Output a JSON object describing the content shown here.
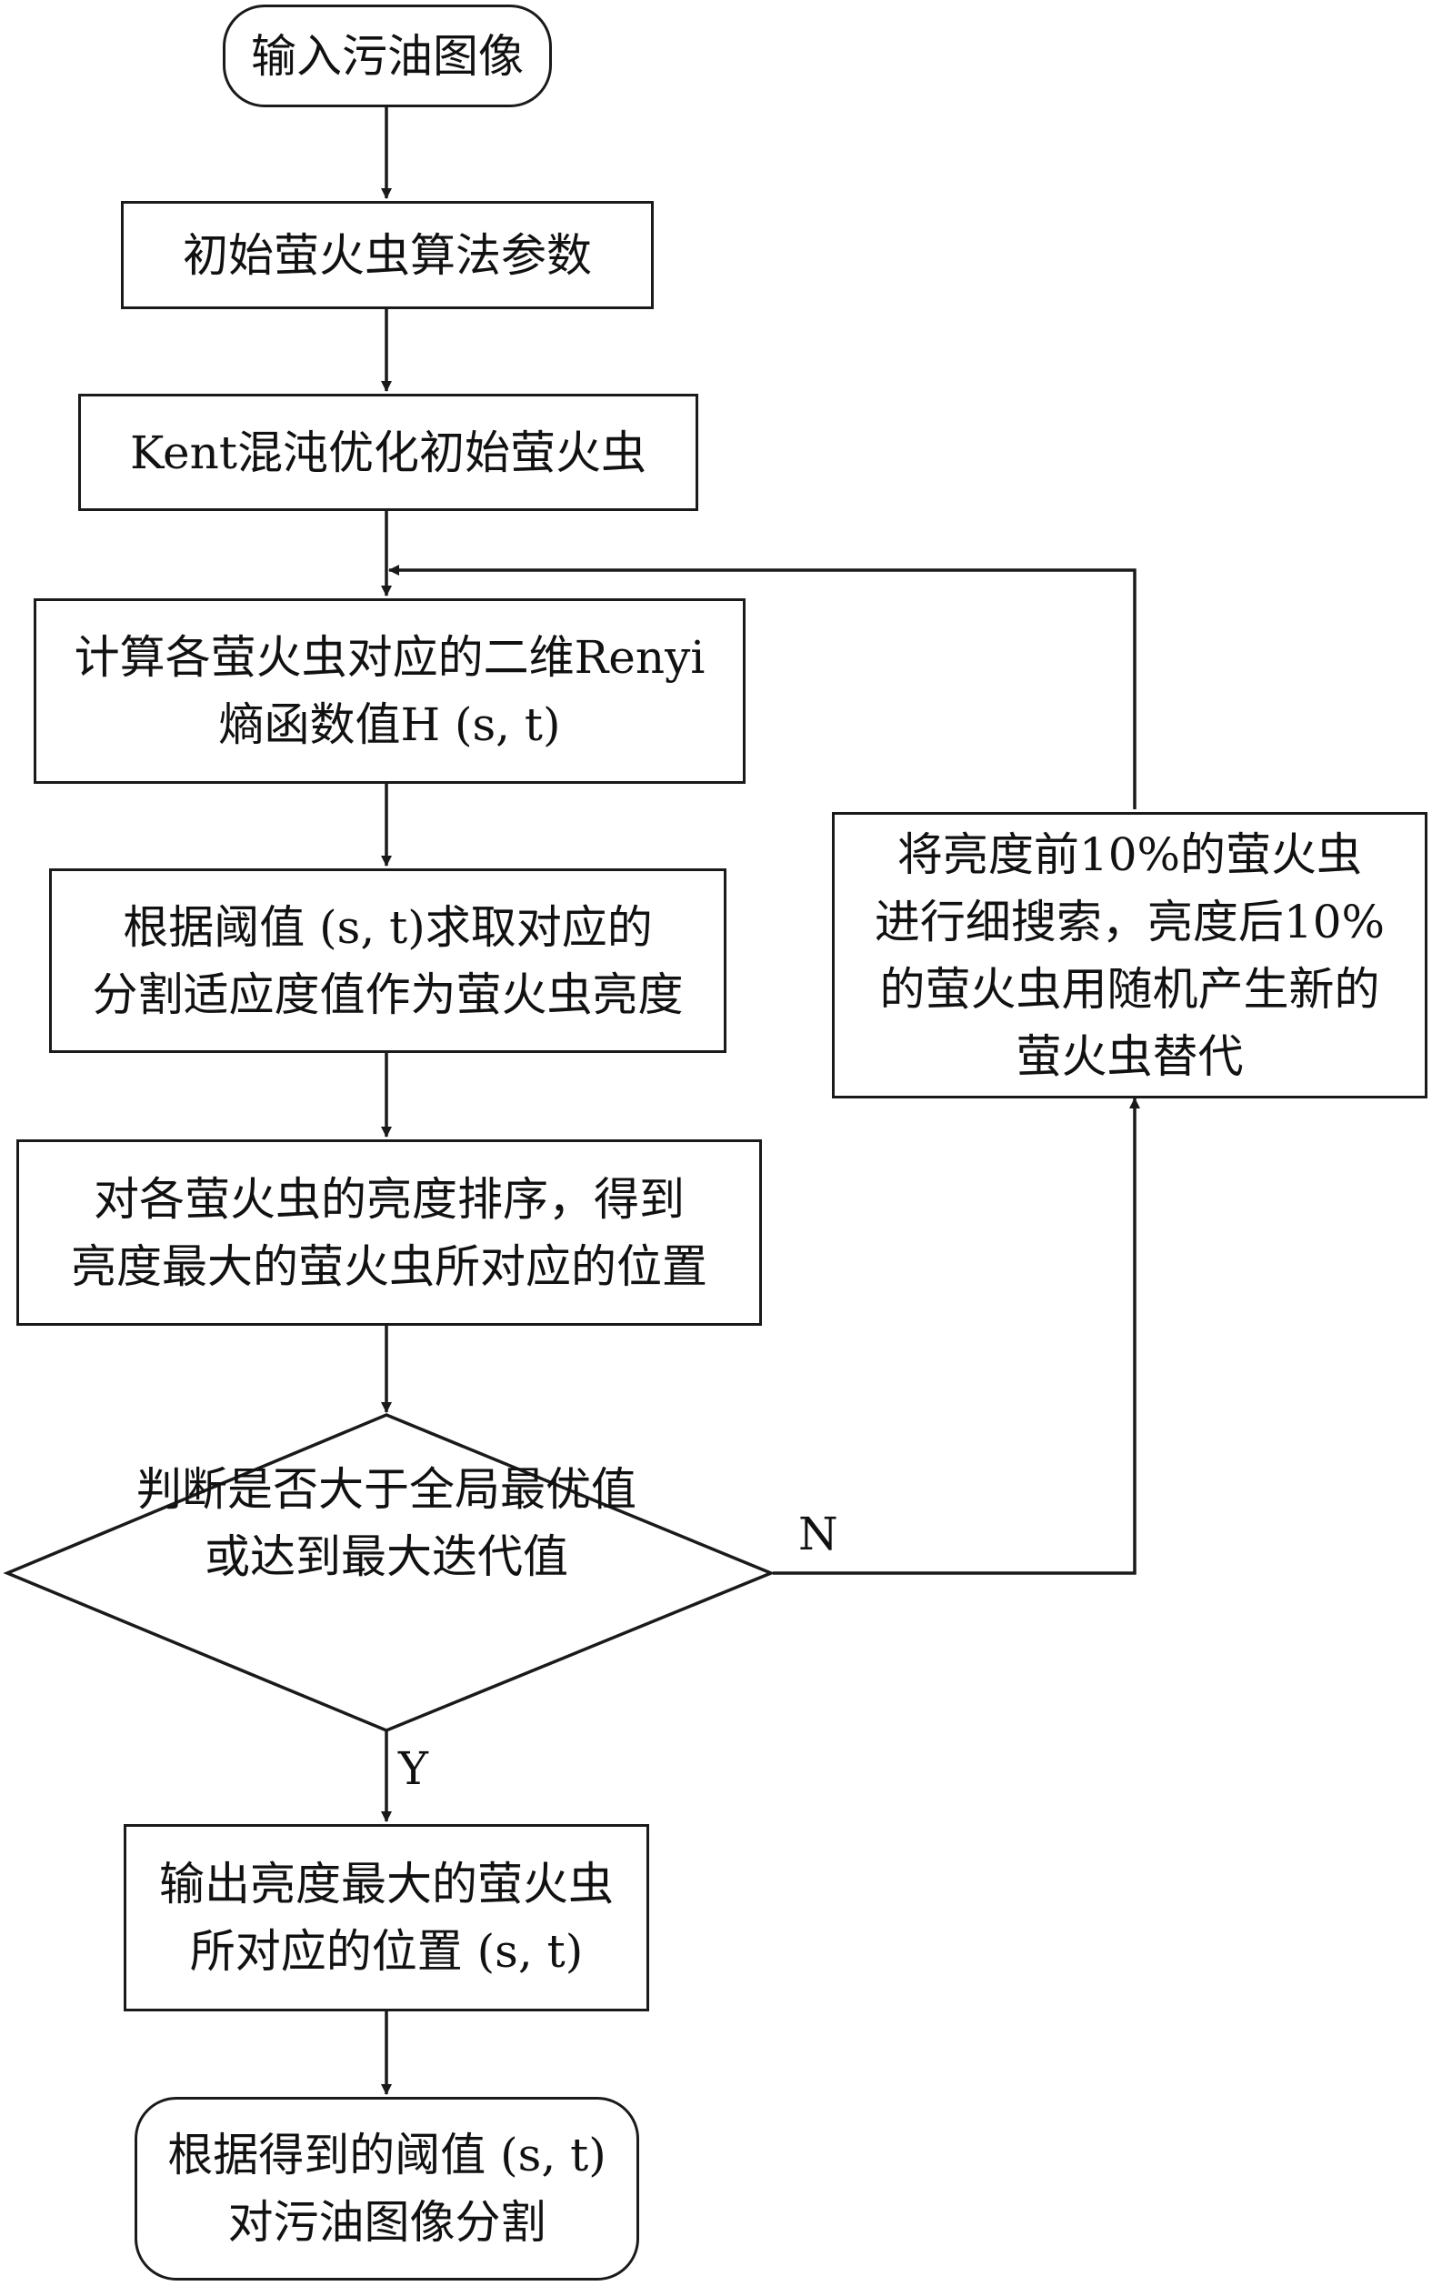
{
  "nodes": {
    "start": {
      "lines": [
        "输入污油图像"
      ]
    },
    "init": {
      "lines": [
        "初始萤火虫算法参数"
      ]
    },
    "kent": {
      "lines": [
        "Kent混沌优化初始萤火虫"
      ]
    },
    "renyi": {
      "lines": [
        "计算各萤火虫对应的二维Renyi",
        "熵函数值H (s, t)"
      ]
    },
    "fitness": {
      "lines": [
        "根据阈值 (s, t)求取对应的",
        "分割适应度值作为萤火虫亮度"
      ]
    },
    "sort": {
      "lines": [
        "对各萤火虫的亮度排序，得到",
        "亮度最大的萤火虫所对应的位置"
      ]
    },
    "decision": {
      "lines": [
        "判断是否大于全局最优值",
        "或达到最大迭代值"
      ]
    },
    "output": {
      "lines": [
        "输出亮度最大的萤火虫",
        "所对应的位置 (s, t)"
      ]
    },
    "end": {
      "lines": [
        "根据得到的阈值 (s, t)",
        "对污油图像分割"
      ]
    },
    "update": {
      "lines": [
        "将亮度前10%的萤火虫",
        "进行细搜索，亮度后10%",
        "的萤火虫用随机产生新的",
        "萤火虫替代"
      ]
    }
  },
  "branch_labels": {
    "no": "N",
    "yes": "Y"
  }
}
